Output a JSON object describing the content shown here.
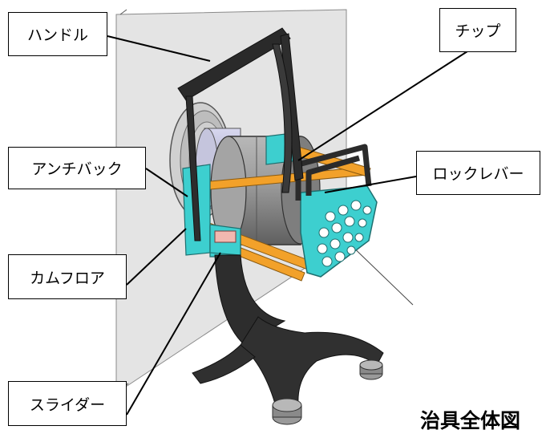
{
  "title": "治具全体図",
  "labels": {
    "handle": "ハンドル",
    "chip": "チップ",
    "anti_back": "アンチバック",
    "lock_lever": "ロックレバー",
    "cam_follower": "カムフロア",
    "slider": "スライダー"
  },
  "colors": {
    "wall": "#e3e3e3",
    "frame": "#333333",
    "accent_cyan": "#3dcfcf",
    "accent_orange": "#f2a12a",
    "drum": "#8f8f8f"
  }
}
